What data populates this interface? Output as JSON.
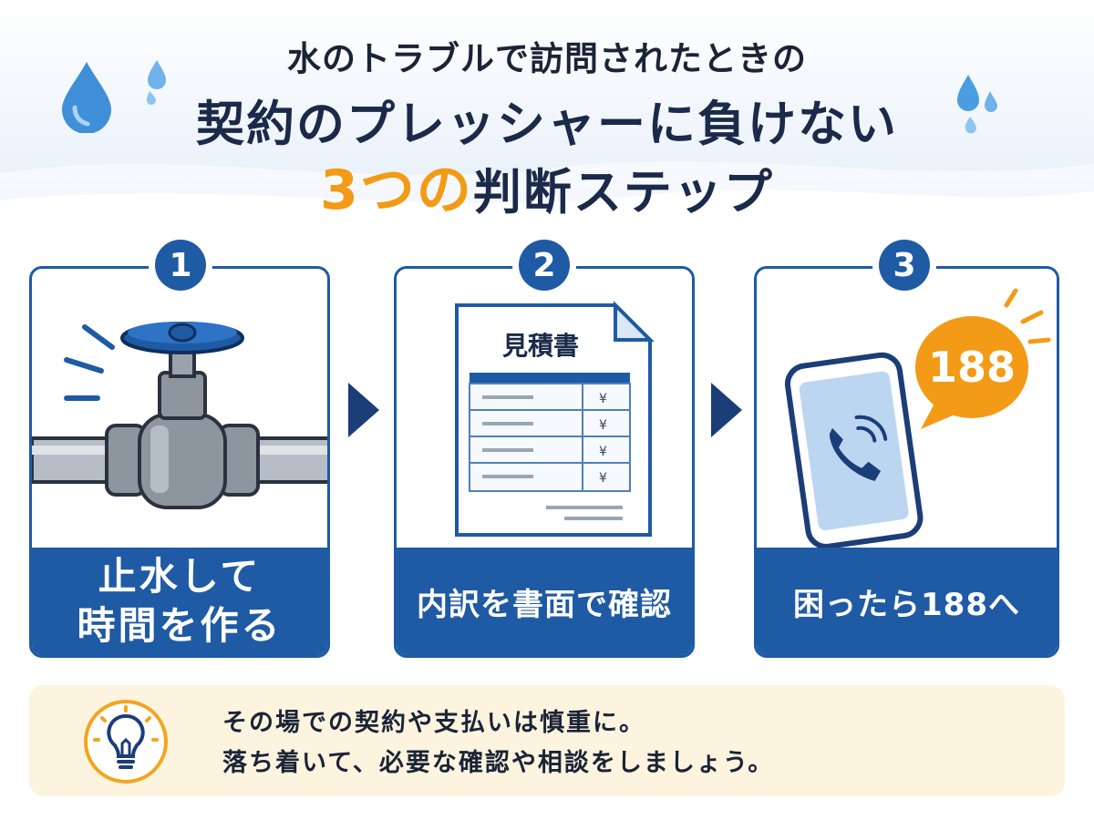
{
  "header": {
    "title_line1": "水のトラブルで訪問されたときの",
    "title_line2": "契約のプレッシャーに負けない",
    "title_line3_accent": "3つの",
    "title_line3_rest": "判断ステップ"
  },
  "steps": [
    {
      "number": "1",
      "label_lines": [
        "止水して",
        "時間を作る"
      ]
    },
    {
      "number": "2",
      "label": "内訳を書面で確認",
      "document_title": "見積書",
      "currency_symbol": "¥"
    },
    {
      "number": "3",
      "label": "困ったら188へ",
      "bubble_text": "188"
    }
  ],
  "tip": {
    "line1": "その場での契約や支払いは慎重に。",
    "line2": "落ち着いて、必要な確認や相談をしましょう。"
  },
  "colors": {
    "primary_blue": "#1f5aa4",
    "accent_orange": "#f39a16",
    "water_blue": "#4a9de0",
    "tip_background": "#fdf4e0"
  },
  "icons": [
    "water-drop-icon",
    "water-splash-icon",
    "valve-pipe-icon",
    "estimate-document-icon",
    "smartphone-call-icon",
    "lightbulb-icon",
    "arrow-right-icon"
  ]
}
